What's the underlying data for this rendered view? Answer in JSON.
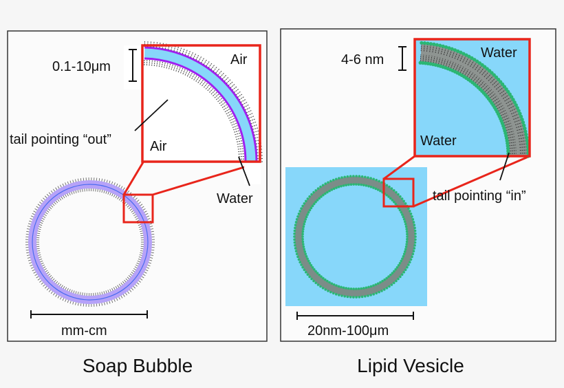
{
  "panels": {
    "soap": {
      "caption": "Soap Bubble",
      "thickness_label": "0.1-10μm",
      "scale_label": "mm-cm",
      "outside_label": "Air",
      "inside_label": "Air",
      "core_label": "Water",
      "tail_label": "tail pointing “out”"
    },
    "lipid": {
      "caption": "Lipid Vesicle",
      "thickness_label": "4-6 nm",
      "scale_label": "20nm-100μm",
      "outside_label": "Water",
      "inside_label": "Water",
      "tail_label": "tail pointing “in”"
    }
  },
  "colors": {
    "water_blue": "#87d7fa",
    "ring_purple": "#b6a2f8",
    "lipid_green": "#2bb673",
    "magenta_line": "#a020f0",
    "zoom_red": "#e8251b",
    "tail_gray": "#555555",
    "panel_border": "#333333"
  }
}
